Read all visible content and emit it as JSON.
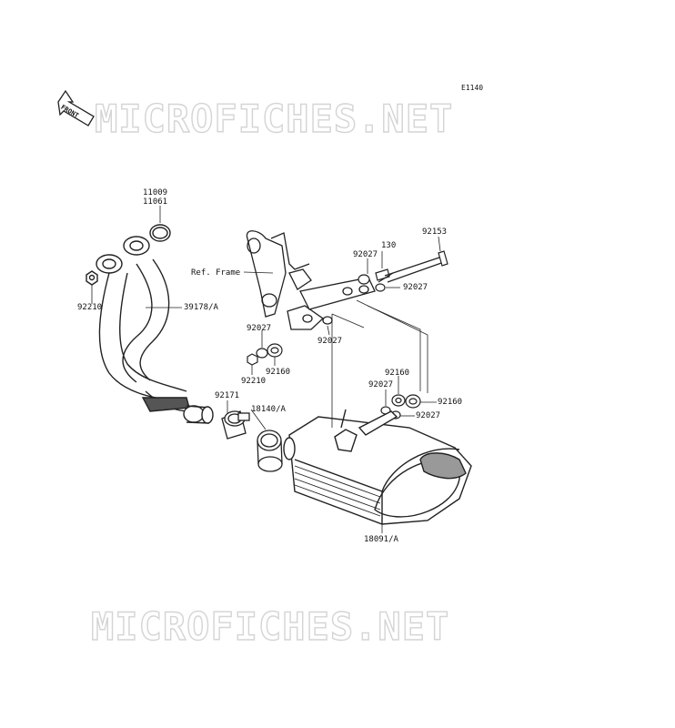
{
  "diagram": {
    "code": "E1140",
    "front_label": "FRONT",
    "watermark_top": "MICROFICHES.NET",
    "watermark_bottom": "MICROFICHES.NET",
    "callouts": [
      {
        "id": "11009",
        "text": "11009"
      },
      {
        "id": "11061",
        "text": "11061"
      },
      {
        "id": "92210-left",
        "text": "92210"
      },
      {
        "id": "39178",
        "text": "39178/A"
      },
      {
        "id": "ref-frame",
        "text": "Ref. Frame"
      },
      {
        "id": "92027-a",
        "text": "92027"
      },
      {
        "id": "130",
        "text": "130"
      },
      {
        "id": "92153",
        "text": "92153"
      },
      {
        "id": "92027-b",
        "text": "92027"
      },
      {
        "id": "92027-c",
        "text": "92027"
      },
      {
        "id": "92027-d",
        "text": "92027"
      },
      {
        "id": "92160-a",
        "text": "92160"
      },
      {
        "id": "92210-mid",
        "text": "92210"
      },
      {
        "id": "92171",
        "text": "92171"
      },
      {
        "id": "18140",
        "text": "18140/A"
      },
      {
        "id": "92160-b",
        "text": "92160"
      },
      {
        "id": "92027-e",
        "text": "92027"
      },
      {
        "id": "92160-c",
        "text": "92160"
      },
      {
        "id": "92027-f",
        "text": "92027"
      },
      {
        "id": "18091",
        "text": "18091/A"
      }
    ]
  }
}
